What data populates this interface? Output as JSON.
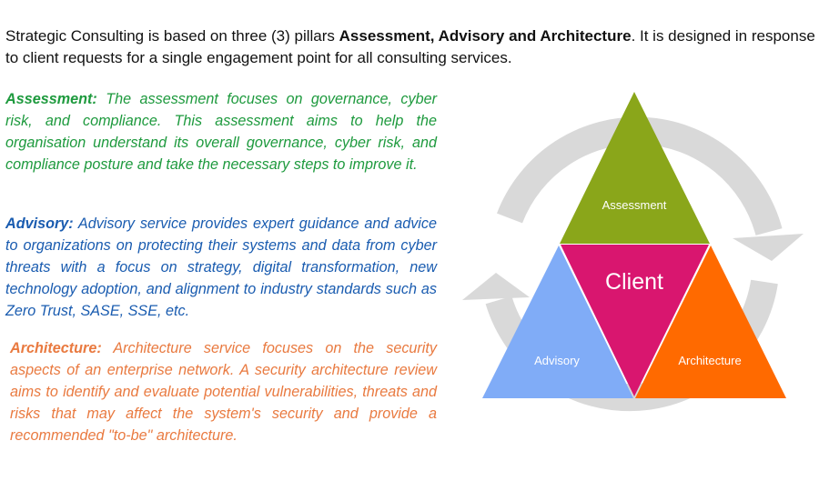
{
  "intro": {
    "text_before": "Strategic Consulting is based on three (3) pillars ",
    "bold": "Assessment, Advisory and Architecture",
    "text_after": ". It is designed in response to client requests for a single engagement point for all consulting services."
  },
  "sections": [
    {
      "title": "Assessment:",
      "body": " The assessment focuses on governance, cyber risk, and compliance. This assessment aims to help the organisation understand its overall governance, cyber risk, and compliance posture and take the necessary steps to improve it.",
      "color": "#1e9a3e"
    },
    {
      "title": "Advisory:",
      "body": " Advisory service provides expert guidance and advice to organizations on protecting their systems and data from cyber threats with a focus on strategy, digital transformation, new technology adoption, and alignment to industry standards such as Zero Trust, SASE, SSE, etc.",
      "color": "#1a5cb0"
    },
    {
      "title": "Architecture:",
      "body": " Architecture service focuses on the security aspects of an enterprise network. A security architecture review aims to identify and evaluate potential vulnerabilities, threats and risks that may affect the system's security and provide a recommended \"to-be\" architecture.",
      "color": "#e97a40"
    }
  ],
  "diagram": {
    "top": {
      "label": "Assessment",
      "color": "#8aa61a"
    },
    "center": {
      "label": "Client",
      "color": "#d9166f"
    },
    "left": {
      "label": "Advisory",
      "color": "#80acf7"
    },
    "right": {
      "label": "Architecture",
      "color": "#ff6a00"
    },
    "cycle_color": "#d9d9d9"
  }
}
